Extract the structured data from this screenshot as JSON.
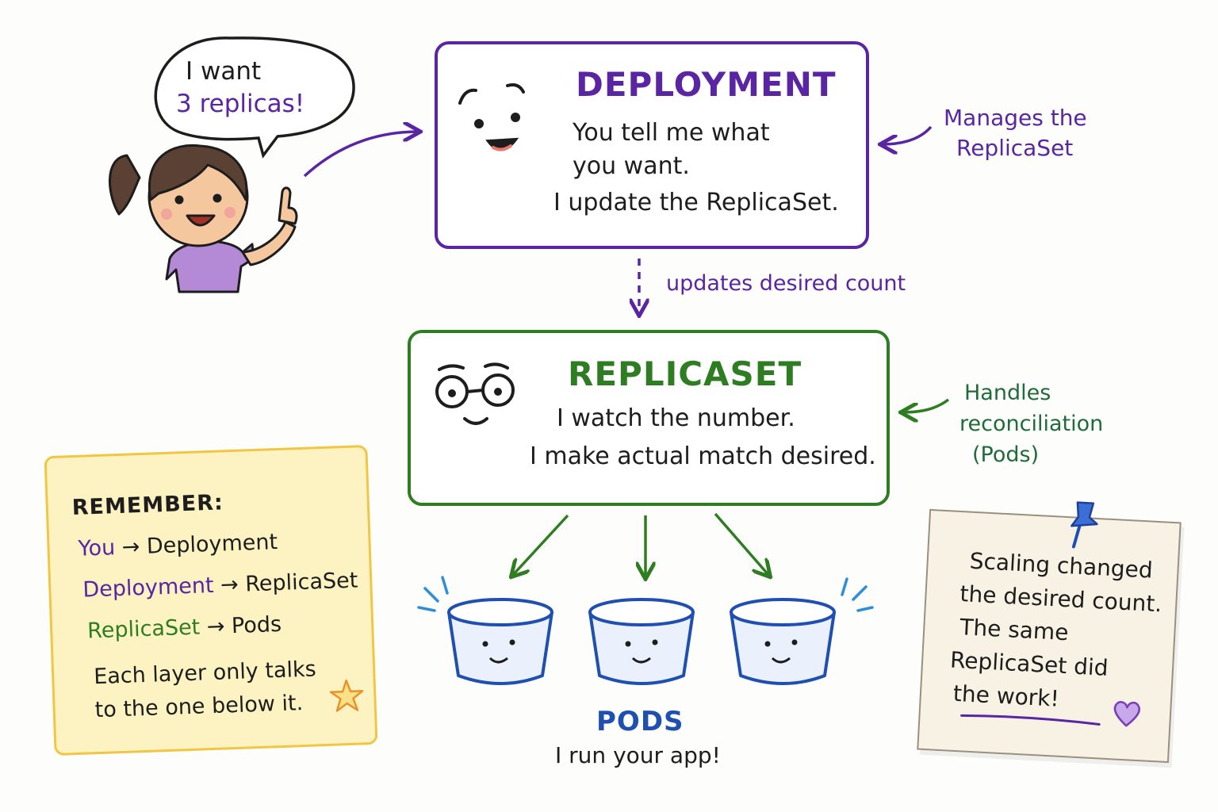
{
  "speech_bubble": {
    "line1": "I want",
    "line2": "3 replicas!"
  },
  "deployment": {
    "title": "DEPLOYMENT",
    "line1": "You tell me what",
    "line2": "you want.",
    "line3": "I update the ReplicaSet."
  },
  "replicaset": {
    "title": "REPLICASET",
    "line1": "I watch the number.",
    "line2": "I make actual match desired."
  },
  "side_notes": {
    "manages": [
      "Manages the",
      "ReplicaSet"
    ],
    "handles": [
      "Handles",
      "reconciliation",
      "(Pods)"
    ],
    "updates": "updates desired count"
  },
  "pods": {
    "title": "PODS",
    "subtitle": "I run your app!"
  },
  "remember": {
    "title": "REMEMBER:",
    "rows": [
      {
        "from": "You",
        "to": "Deployment"
      },
      {
        "from": "Deployment",
        "to": "ReplicaSet"
      },
      {
        "from": "ReplicaSet",
        "to": "Pods"
      }
    ],
    "footer1": "Each layer only talks",
    "footer2": "to the one below it."
  },
  "sticky_note": {
    "lines": [
      "Scaling changed",
      "the desired count.",
      "The same",
      "ReplicaSet did",
      "the work!"
    ]
  },
  "colors": {
    "deployment": "#5a25a3",
    "replicaset": "#2f7d22",
    "pods": "#1f4fb0",
    "note_yellow": "#fdf3c2"
  }
}
